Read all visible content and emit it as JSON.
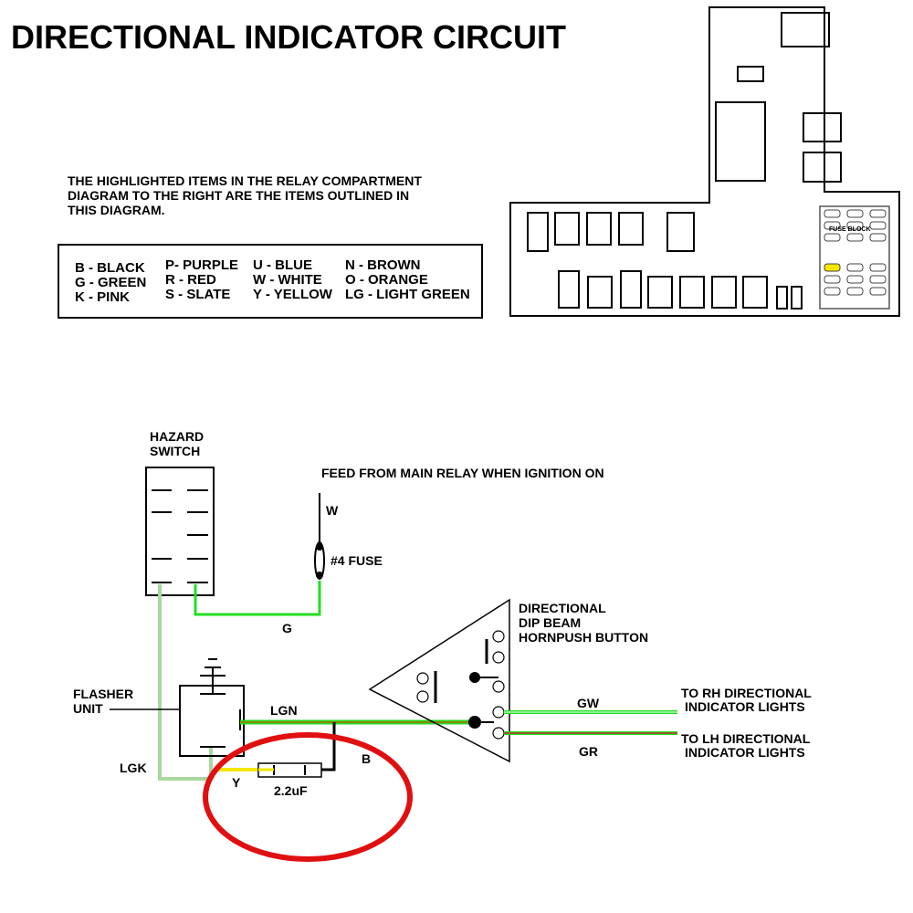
{
  "title": "DIRECTIONAL INDICATOR CIRCUIT",
  "note": [
    "THE HIGHLIGHTED ITEMS IN THE RELAY COMPARTMENT",
    "DIAGRAM TO THE RIGHT ARE THE ITEMS OUTLINED IN",
    "THIS DIAGRAM."
  ],
  "legend": {
    "col1": [
      "B - BLACK",
      "G - GREEN",
      "K - PINK"
    ],
    "col2": [
      "P- PURPLE",
      "R - RED",
      "S - SLATE"
    ],
    "col3": [
      "U - BLUE",
      "W - WHITE",
      "Y - YELLOW"
    ],
    "col4": [
      "N - BROWN",
      "O - ORANGE",
      "LG - LIGHT GREEN"
    ]
  },
  "relay_compartment": {
    "fuse_block_label": "FUSE BLOCK",
    "highlight_color": "#f5e600"
  },
  "labels": {
    "hazard_switch": [
      "HAZARD",
      "SWITCH"
    ],
    "feed": "FEED FROM MAIN RELAY WHEN IGNITION ON",
    "w": "W",
    "fuse": "#4 FUSE",
    "g": "G",
    "directional": [
      "DIRECTIONAL",
      "DIP BEAM",
      "HORNPUSH BUTTON"
    ],
    "flasher": [
      "FLASHER",
      "UNIT"
    ],
    "lgn": "LGN",
    "gw": "GW",
    "gr": "GR",
    "rh": [
      "TO RH DIRECTIONAL",
      "INDICATOR  LIGHTS"
    ],
    "lh": [
      "TO LH DIRECTIONAL",
      "INDICATOR  LIGHTS"
    ],
    "lgk": "LGK",
    "y": "Y",
    "b": "B",
    "capacitor": "2.2uF"
  },
  "colors": {
    "green": "#22dd22",
    "light_green": "#a8d8a0",
    "yellow": "#f5e600",
    "olive": "#8a8a00",
    "red_outline": "#e01010"
  }
}
